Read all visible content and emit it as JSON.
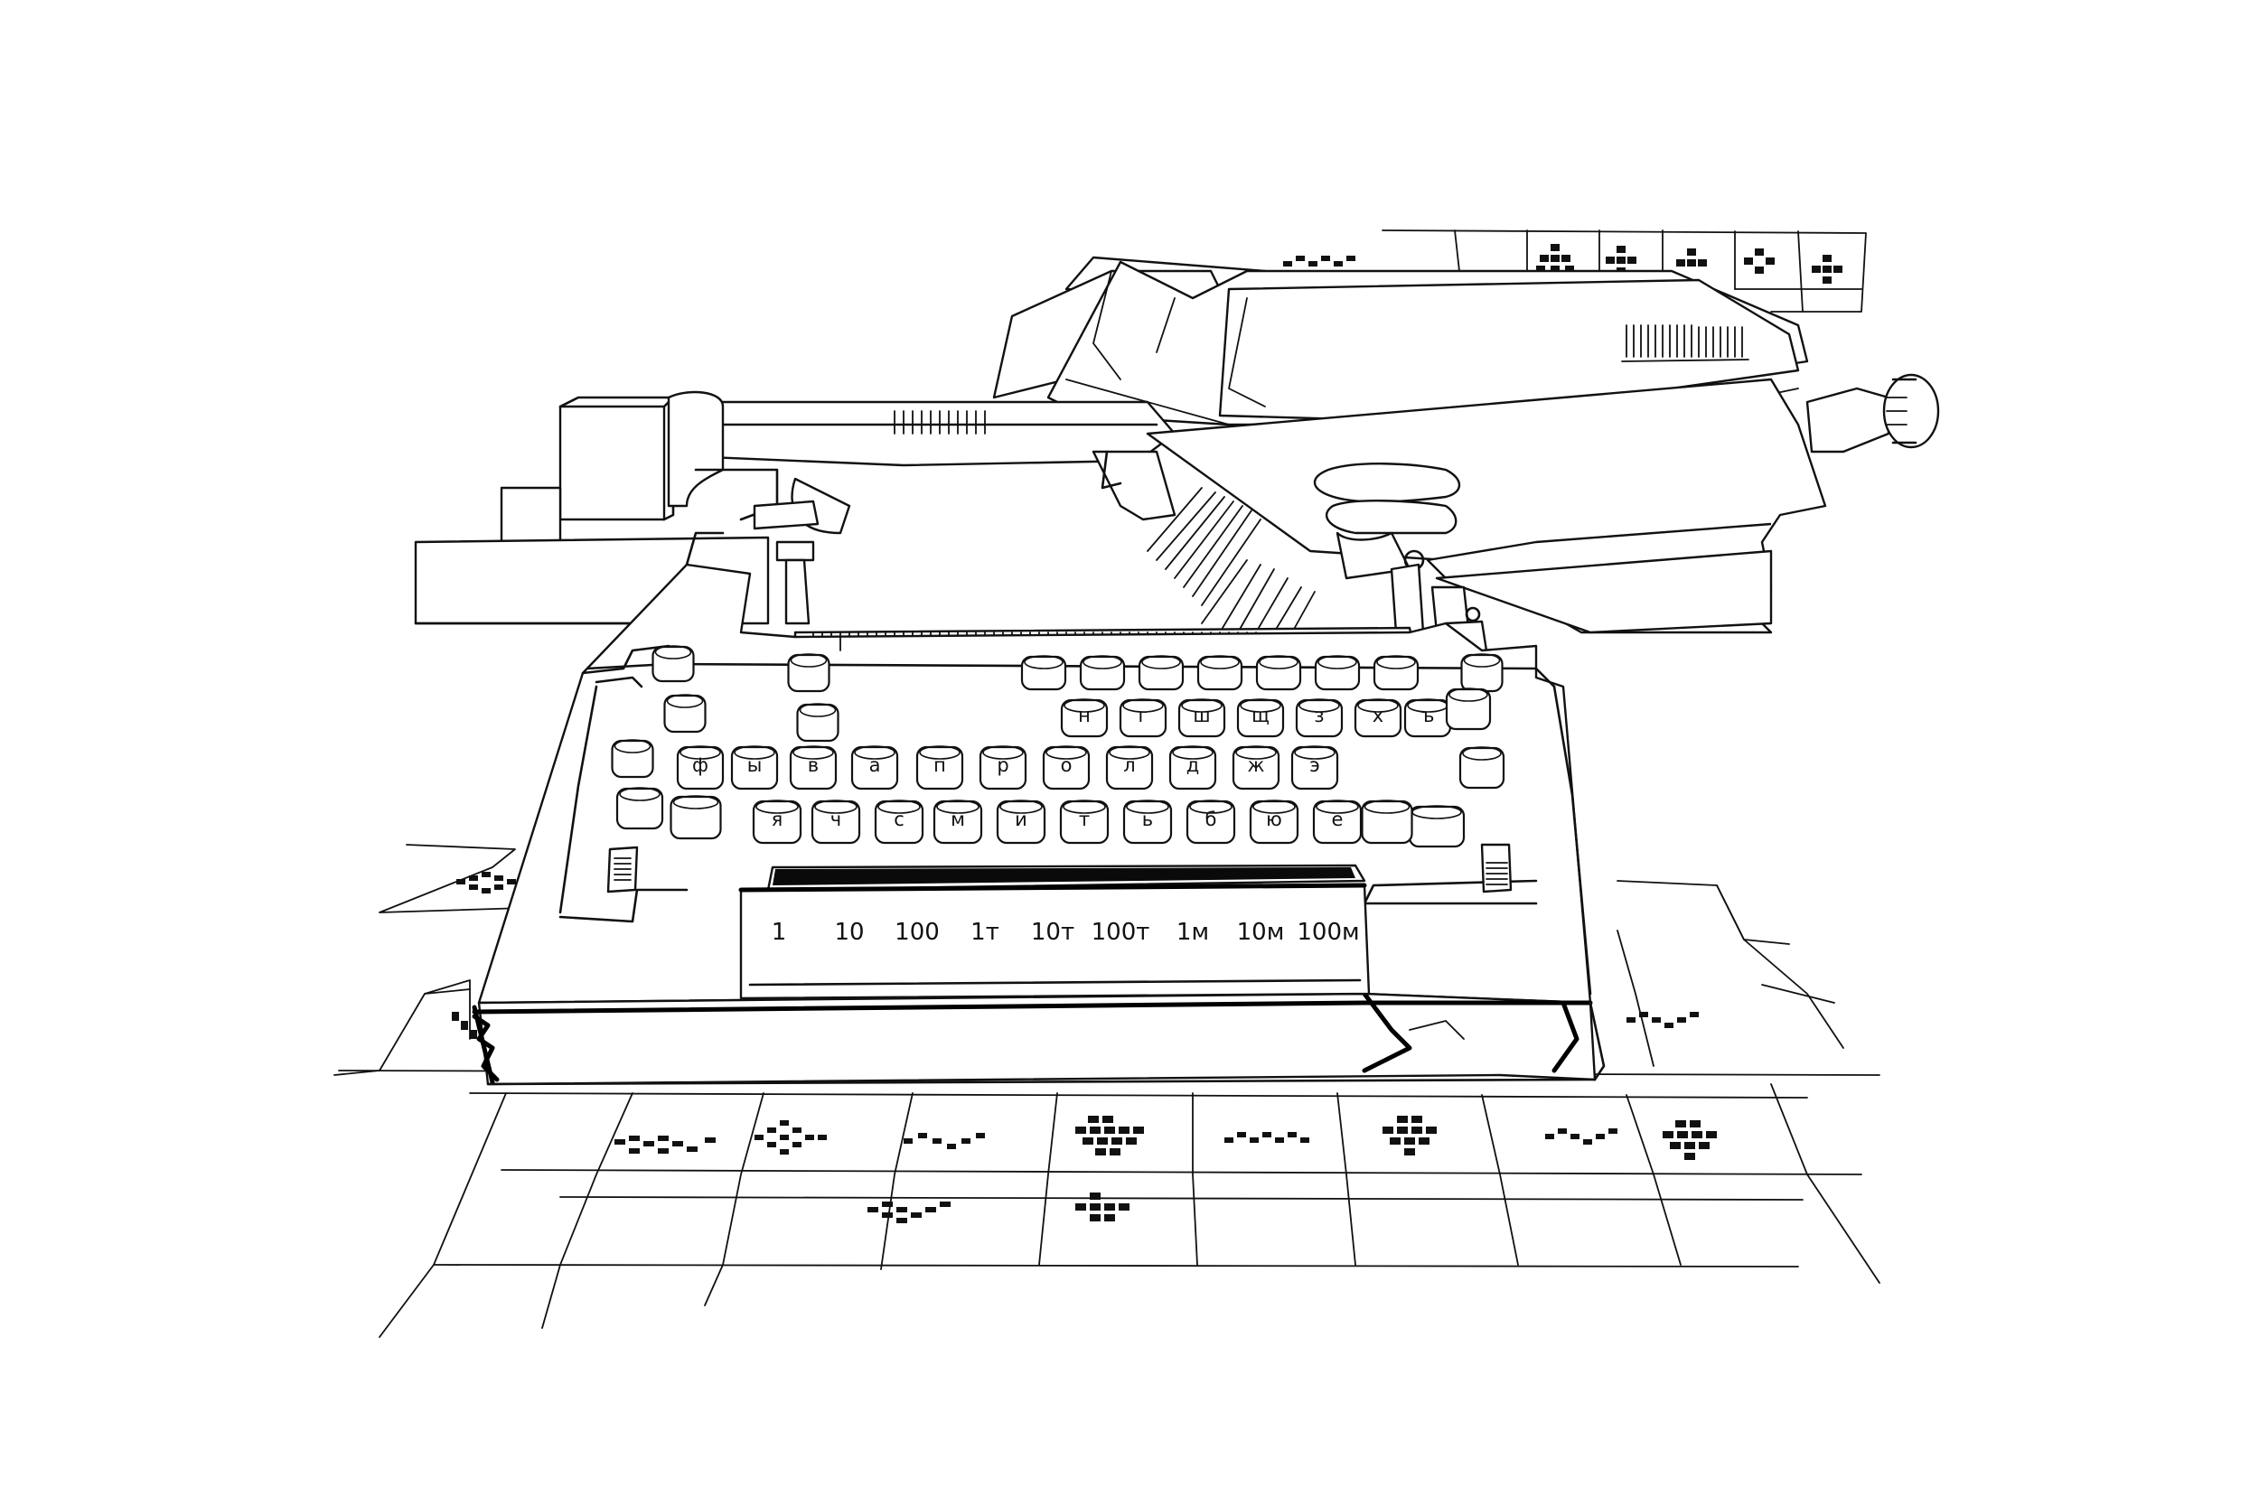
{
  "drawing": {
    "subject": "typewriter-ink-sketch",
    "ink_color": "#111111",
    "background": "#ffffff"
  },
  "keyboard": {
    "row1": [
      "ф",
      "ы",
      "в",
      "а",
      "п",
      "р",
      "о",
      "л",
      "д",
      "ж",
      "э"
    ],
    "row2": [
      "я",
      "ч",
      "с",
      "м",
      "и",
      "т",
      "ь",
      "б",
      "ю",
      "е"
    ],
    "row_top": [
      "н",
      "г",
      "ш",
      "щ",
      "з",
      "х",
      "ъ"
    ],
    "number_keys": [
      "1",
      "10",
      "100",
      "1т",
      "10т",
      "100т",
      "1м",
      "10м",
      "100м"
    ]
  }
}
